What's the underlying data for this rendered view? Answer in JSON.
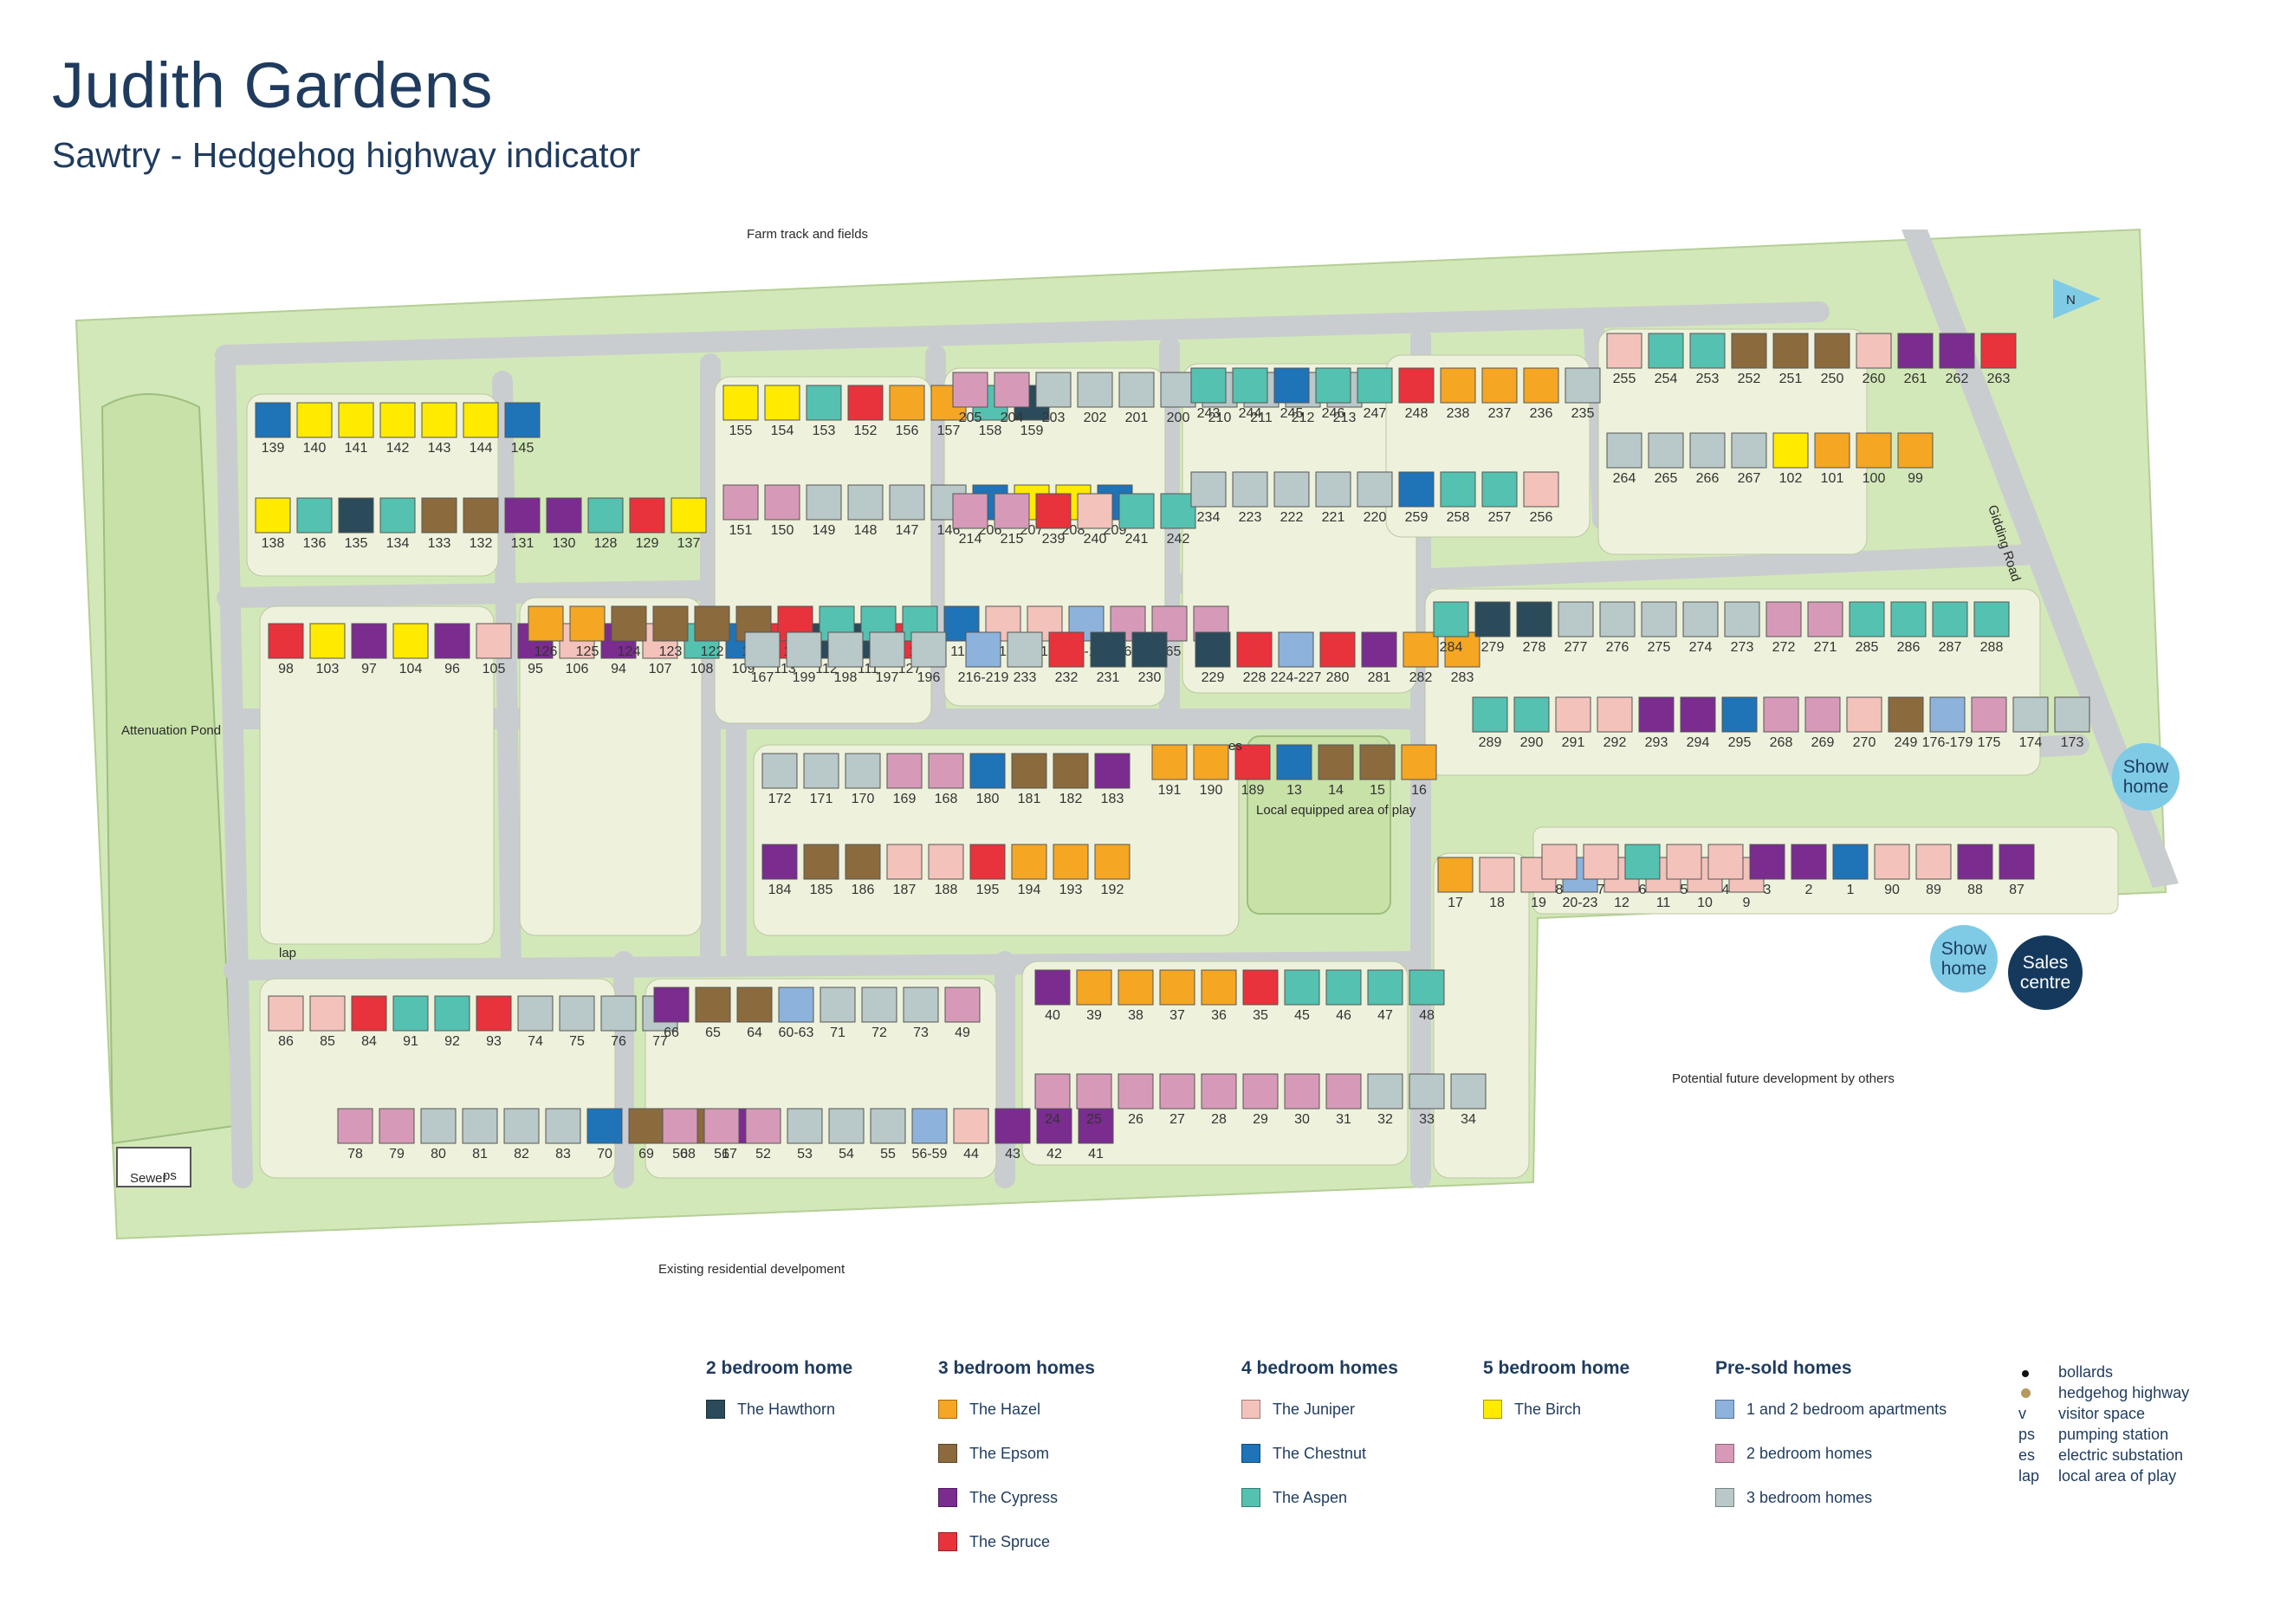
{
  "title": "Judith Gardens",
  "subtitle": "Sawtry - Hedgehog highway indicator",
  "map_labels": {
    "north": "Farm track and fields",
    "south": "Existing residential develpoment",
    "pond": "Attenuation Pond",
    "lap": "lap",
    "play": "Local equipped area of play",
    "road": "Gidding Road",
    "future": "Potential future development by others",
    "es": "es",
    "ps": "ps",
    "sewer": "Sewer",
    "compass": "N"
  },
  "callouts": {
    "show_home_1": "Show home",
    "show_home_2": "Show home",
    "sales": "Sales centre"
  },
  "colors": {
    "hawthorn": "#2b4a5a",
    "hazel": "#f5a623",
    "epsom": "#8b6a3e",
    "cypress": "#7a2c8f",
    "spruce": "#e8323c",
    "juniper": "#f3c2bb",
    "chestnut": "#1f73b7",
    "aspen": "#55c1b0",
    "birch": "#ffea00",
    "apartments": "#8db3dc",
    "presold2": "#d69ab8",
    "presold3": "#b9c8c8",
    "green": "#d3e8b8",
    "road": "#c9cdd0",
    "plot": "#eef2dc"
  },
  "legend": [
    {
      "heading": "2 bedroom home",
      "items": [
        {
          "label": "The Hawthorn",
          "color": "#2b4a5a"
        }
      ]
    },
    {
      "heading": "3 bedroom homes",
      "items": [
        {
          "label": "The Hazel",
          "color": "#f5a623"
        },
        {
          "label": "The Epsom",
          "color": "#8b6a3e"
        },
        {
          "label": "The Cypress",
          "color": "#7a2c8f"
        },
        {
          "label": "The Spruce",
          "color": "#e8323c"
        }
      ]
    },
    {
      "heading": "4 bedroom homes",
      "items": [
        {
          "label": "The Juniper",
          "color": "#f3c2bb"
        },
        {
          "label": "The Chestnut",
          "color": "#1f73b7"
        },
        {
          "label": "The Aspen",
          "color": "#55c1b0"
        }
      ]
    },
    {
      "heading": "5 bedroom home",
      "items": [
        {
          "label": "The Birch",
          "color": "#ffea00"
        }
      ]
    },
    {
      "heading": "Pre-sold homes",
      "items": [
        {
          "label": "1 and 2 bedroom apartments",
          "color": "#8db3dc"
        },
        {
          "label": "2 bedroom homes",
          "color": "#d69ab8"
        },
        {
          "label": "3 bedroom homes",
          "color": "#b9c8c8"
        }
      ]
    }
  ],
  "key": [
    {
      "symbol": "dot",
      "label": "bollards"
    },
    {
      "symbol": "hedgehog",
      "label": "hedgehog highway"
    },
    {
      "symbol": "v",
      "label": "visitor space"
    },
    {
      "symbol": "ps",
      "label": "pumping station"
    },
    {
      "symbol": "es",
      "label": "electric substation"
    },
    {
      "symbol": "lap",
      "label": "local area of play"
    }
  ],
  "plots": [
    {
      "n": "139",
      "t": "chestnut"
    },
    {
      "n": "140",
      "t": "birch"
    },
    {
      "n": "141",
      "t": "birch"
    },
    {
      "n": "142",
      "t": "birch"
    },
    {
      "n": "143",
      "t": "birch"
    },
    {
      "n": "144",
      "t": "birch"
    },
    {
      "n": "145",
      "t": "chestnut"
    },
    {
      "n": "138",
      "t": "birch"
    },
    {
      "n": "136",
      "t": "aspen"
    },
    {
      "n": "135",
      "t": "hawthorn"
    },
    {
      "n": "134",
      "t": "aspen"
    },
    {
      "n": "133",
      "t": "epsom"
    },
    {
      "n": "132",
      "t": "epsom"
    },
    {
      "n": "131",
      "t": "cypress"
    },
    {
      "n": "130",
      "t": "cypress"
    },
    {
      "n": "128",
      "t": "aspen"
    },
    {
      "n": "129",
      "t": "spruce"
    },
    {
      "n": "137",
      "t": "birch"
    },
    {
      "n": "155",
      "t": "birch"
    },
    {
      "n": "154",
      "t": "birch"
    },
    {
      "n": "153",
      "t": "aspen"
    },
    {
      "n": "152",
      "t": "spruce"
    },
    {
      "n": "156",
      "t": "hazel"
    },
    {
      "n": "157",
      "t": "hazel"
    },
    {
      "n": "158",
      "t": "aspen"
    },
    {
      "n": "159",
      "t": "hawthorn"
    },
    {
      "n": "151",
      "t": "presold2"
    },
    {
      "n": "150",
      "t": "presold2"
    },
    {
      "n": "149",
      "t": "presold3"
    },
    {
      "n": "148",
      "t": "presold3"
    },
    {
      "n": "147",
      "t": "presold3"
    },
    {
      "n": "146",
      "t": "presold3"
    },
    {
      "n": "206",
      "t": "chestnut"
    },
    {
      "n": "207",
      "t": "birch"
    },
    {
      "n": "208",
      "t": "birch"
    },
    {
      "n": "209",
      "t": "chestnut"
    },
    {
      "n": "205",
      "t": "presold2"
    },
    {
      "n": "204",
      "t": "presold2"
    },
    {
      "n": "203",
      "t": "presold3"
    },
    {
      "n": "202",
      "t": "presold3"
    },
    {
      "n": "201",
      "t": "presold3"
    },
    {
      "n": "200",
      "t": "presold3"
    },
    {
      "n": "210",
      "t": "presold3"
    },
    {
      "n": "211",
      "t": "presold3"
    },
    {
      "n": "212",
      "t": "presold3"
    },
    {
      "n": "213",
      "t": "presold3"
    },
    {
      "n": "214",
      "t": "presold2"
    },
    {
      "n": "215",
      "t": "presold2"
    },
    {
      "n": "239",
      "t": "spruce"
    },
    {
      "n": "240",
      "t": "juniper"
    },
    {
      "n": "241",
      "t": "aspen"
    },
    {
      "n": "242",
      "t": "aspen"
    },
    {
      "n": "243",
      "t": "aspen"
    },
    {
      "n": "244",
      "t": "aspen"
    },
    {
      "n": "245",
      "t": "chestnut"
    },
    {
      "n": "246",
      "t": "aspen"
    },
    {
      "n": "247",
      "t": "aspen"
    },
    {
      "n": "248",
      "t": "spruce"
    },
    {
      "n": "238",
      "t": "hazel"
    },
    {
      "n": "237",
      "t": "hazel"
    },
    {
      "n": "236",
      "t": "hazel"
    },
    {
      "n": "235",
      "t": "presold3"
    },
    {
      "n": "234",
      "t": "presold3"
    },
    {
      "n": "223",
      "t": "presold3"
    },
    {
      "n": "222",
      "t": "presold3"
    },
    {
      "n": "221",
      "t": "presold3"
    },
    {
      "n": "220",
      "t": "presold3"
    },
    {
      "n": "259",
      "t": "chestnut"
    },
    {
      "n": "258",
      "t": "aspen"
    },
    {
      "n": "257",
      "t": "aspen"
    },
    {
      "n": "256",
      "t": "juniper"
    },
    {
      "n": "255",
      "t": "juniper"
    },
    {
      "n": "254",
      "t": "aspen"
    },
    {
      "n": "253",
      "t": "aspen"
    },
    {
      "n": "252",
      "t": "epsom"
    },
    {
      "n": "251",
      "t": "epsom"
    },
    {
      "n": "250",
      "t": "epsom"
    },
    {
      "n": "260",
      "t": "juniper"
    },
    {
      "n": "261",
      "t": "cypress"
    },
    {
      "n": "262",
      "t": "cypress"
    },
    {
      "n": "263",
      "t": "spruce"
    },
    {
      "n": "264",
      "t": "presold3"
    },
    {
      "n": "265",
      "t": "presold3"
    },
    {
      "n": "266",
      "t": "presold3"
    },
    {
      "n": "267",
      "t": "presold3"
    },
    {
      "n": "102",
      "t": "birch"
    },
    {
      "n": "101",
      "t": "hazel"
    },
    {
      "n": "100",
      "t": "hazel"
    },
    {
      "n": "99",
      "t": "hazel"
    },
    {
      "n": "98",
      "t": "spruce"
    },
    {
      "n": "103",
      "t": "birch"
    },
    {
      "n": "97",
      "t": "cypress"
    },
    {
      "n": "104",
      "t": "birch"
    },
    {
      "n": "96",
      "t": "cypress"
    },
    {
      "n": "105",
      "t": "juniper"
    },
    {
      "n": "95",
      "t": "cypress"
    },
    {
      "n": "106",
      "t": "juniper"
    },
    {
      "n": "94",
      "t": "cypress"
    },
    {
      "n": "107",
      "t": "juniper"
    },
    {
      "n": "108",
      "t": "aspen"
    },
    {
      "n": "109",
      "t": "chestnut"
    },
    {
      "n": "113",
      "t": "spruce"
    },
    {
      "n": "112",
      "t": "hawthorn"
    },
    {
      "n": "111",
      "t": "hawthorn"
    },
    {
      "n": "127",
      "t": "spruce"
    },
    {
      "n": "126",
      "t": "hazel"
    },
    {
      "n": "125",
      "t": "hazel"
    },
    {
      "n": "124",
      "t": "epsom"
    },
    {
      "n": "123",
      "t": "epsom"
    },
    {
      "n": "122",
      "t": "epsom"
    },
    {
      "n": "121",
      "t": "epsom"
    },
    {
      "n": "120",
      "t": "spruce"
    },
    {
      "n": "114",
      "t": "aspen"
    },
    {
      "n": "115",
      "t": "aspen"
    },
    {
      "n": "116",
      "t": "aspen"
    },
    {
      "n": "117",
      "t": "chestnut"
    },
    {
      "n": "118",
      "t": "juniper"
    },
    {
      "n": "119",
      "t": "juniper"
    },
    {
      "n": "160-163",
      "t": "apartments"
    },
    {
      "n": "164",
      "t": "presold2"
    },
    {
      "n": "165",
      "t": "presold2"
    },
    {
      "n": "166",
      "t": "presold2"
    },
    {
      "n": "167",
      "t": "presold3"
    },
    {
      "n": "199",
      "t": "presold3"
    },
    {
      "n": "198",
      "t": "presold3"
    },
    {
      "n": "197",
      "t": "presold3"
    },
    {
      "n": "196",
      "t": "presold3"
    },
    {
      "n": "216-219",
      "t": "apartments"
    },
    {
      "n": "233",
      "t": "presold3"
    },
    {
      "n": "232",
      "t": "spruce"
    },
    {
      "n": "231",
      "t": "hawthorn"
    },
    {
      "n": "230",
      "t": "hawthorn"
    },
    {
      "n": "229",
      "t": "hawthorn"
    },
    {
      "n": "228",
      "t": "spruce"
    },
    {
      "n": "224-227",
      "t": "apartments"
    },
    {
      "n": "280",
      "t": "spruce"
    },
    {
      "n": "281",
      "t": "cypress"
    },
    {
      "n": "282",
      "t": "hazel"
    },
    {
      "n": "283",
      "t": "hazel"
    },
    {
      "n": "284",
      "t": "aspen"
    },
    {
      "n": "279",
      "t": "hawthorn"
    },
    {
      "n": "278",
      "t": "hawthorn"
    },
    {
      "n": "277",
      "t": "presold3"
    },
    {
      "n": "276",
      "t": "presold3"
    },
    {
      "n": "275",
      "t": "presold3"
    },
    {
      "n": "274",
      "t": "presold3"
    },
    {
      "n": "273",
      "t": "presold3"
    },
    {
      "n": "272",
      "t": "presold2"
    },
    {
      "n": "271",
      "t": "presold2"
    },
    {
      "n": "285",
      "t": "aspen"
    },
    {
      "n": "286",
      "t": "aspen"
    },
    {
      "n": "287",
      "t": "aspen"
    },
    {
      "n": "288",
      "t": "aspen"
    },
    {
      "n": "289",
      "t": "aspen"
    },
    {
      "n": "290",
      "t": "aspen"
    },
    {
      "n": "291",
      "t": "juniper"
    },
    {
      "n": "292",
      "t": "juniper"
    },
    {
      "n": "293",
      "t": "cypress"
    },
    {
      "n": "294",
      "t": "cypress"
    },
    {
      "n": "295",
      "t": "chestnut"
    },
    {
      "n": "268",
      "t": "presold2"
    },
    {
      "n": "269",
      "t": "presold2"
    },
    {
      "n": "270",
      "t": "juniper"
    },
    {
      "n": "249",
      "t": "epsom"
    },
    {
      "n": "176-179",
      "t": "apartments"
    },
    {
      "n": "175",
      "t": "presold2"
    },
    {
      "n": "174",
      "t": "presold3"
    },
    {
      "n": "173",
      "t": "presold3"
    },
    {
      "n": "172",
      "t": "presold3"
    },
    {
      "n": "171",
      "t": "presold3"
    },
    {
      "n": "170",
      "t": "presold3"
    },
    {
      "n": "169",
      "t": "presold2"
    },
    {
      "n": "168",
      "t": "presold2"
    },
    {
      "n": "180",
      "t": "chestnut"
    },
    {
      "n": "181",
      "t": "epsom"
    },
    {
      "n": "182",
      "t": "epsom"
    },
    {
      "n": "183",
      "t": "cypress"
    },
    {
      "n": "184",
      "t": "cypress"
    },
    {
      "n": "185",
      "t": "epsom"
    },
    {
      "n": "186",
      "t": "epsom"
    },
    {
      "n": "187",
      "t": "juniper"
    },
    {
      "n": "188",
      "t": "juniper"
    },
    {
      "n": "195",
      "t": "spruce"
    },
    {
      "n": "194",
      "t": "hazel"
    },
    {
      "n": "193",
      "t": "hazel"
    },
    {
      "n": "192",
      "t": "hazel"
    },
    {
      "n": "191",
      "t": "hazel"
    },
    {
      "n": "190",
      "t": "hazel"
    },
    {
      "n": "189",
      "t": "spruce"
    },
    {
      "n": "13",
      "t": "chestnut"
    },
    {
      "n": "14",
      "t": "epsom"
    },
    {
      "n": "15",
      "t": "epsom"
    },
    {
      "n": "16",
      "t": "hazel"
    },
    {
      "n": "17",
      "t": "hazel"
    },
    {
      "n": "18",
      "t": "juniper"
    },
    {
      "n": "19",
      "t": "juniper"
    },
    {
      "n": "20-23",
      "t": "apartments"
    },
    {
      "n": "12",
      "t": "juniper"
    },
    {
      "n": "11",
      "t": "juniper"
    },
    {
      "n": "10",
      "t": "juniper"
    },
    {
      "n": "9",
      "t": "juniper"
    },
    {
      "n": "8",
      "t": "juniper"
    },
    {
      "n": "7",
      "t": "juniper"
    },
    {
      "n": "6",
      "t": "aspen"
    },
    {
      "n": "5",
      "t": "juniper"
    },
    {
      "n": "4",
      "t": "juniper"
    },
    {
      "n": "3",
      "t": "cypress"
    },
    {
      "n": "2",
      "t": "cypress"
    },
    {
      "n": "1",
      "t": "chestnut"
    },
    {
      "n": "90",
      "t": "juniper"
    },
    {
      "n": "89",
      "t": "juniper"
    },
    {
      "n": "88",
      "t": "cypress"
    },
    {
      "n": "87",
      "t": "cypress"
    },
    {
      "n": "86",
      "t": "juniper"
    },
    {
      "n": "85",
      "t": "juniper"
    },
    {
      "n": "84",
      "t": "spruce"
    },
    {
      "n": "91",
      "t": "aspen"
    },
    {
      "n": "92",
      "t": "aspen"
    },
    {
      "n": "93",
      "t": "spruce"
    },
    {
      "n": "74",
      "t": "presold3"
    },
    {
      "n": "75",
      "t": "presold3"
    },
    {
      "n": "76",
      "t": "presold3"
    },
    {
      "n": "77",
      "t": "presold3"
    },
    {
      "n": "78",
      "t": "presold2"
    },
    {
      "n": "79",
      "t": "presold2"
    },
    {
      "n": "80",
      "t": "presold3"
    },
    {
      "n": "81",
      "t": "presold3"
    },
    {
      "n": "82",
      "t": "presold3"
    },
    {
      "n": "83",
      "t": "presold3"
    },
    {
      "n": "70",
      "t": "chestnut"
    },
    {
      "n": "69",
      "t": "epsom"
    },
    {
      "n": "68",
      "t": "epsom"
    },
    {
      "n": "67",
      "t": "cypress"
    },
    {
      "n": "66",
      "t": "cypress"
    },
    {
      "n": "65",
      "t": "epsom"
    },
    {
      "n": "64",
      "t": "epsom"
    },
    {
      "n": "60-63",
      "t": "apartments"
    },
    {
      "n": "71",
      "t": "presold3"
    },
    {
      "n": "72",
      "t": "presold3"
    },
    {
      "n": "73",
      "t": "presold3"
    },
    {
      "n": "49",
      "t": "presold2"
    },
    {
      "n": "50",
      "t": "presold2"
    },
    {
      "n": "51",
      "t": "presold2"
    },
    {
      "n": "52",
      "t": "presold2"
    },
    {
      "n": "53",
      "t": "presold3"
    },
    {
      "n": "54",
      "t": "presold3"
    },
    {
      "n": "55",
      "t": "presold3"
    },
    {
      "n": "56-59",
      "t": "apartments"
    },
    {
      "n": "44",
      "t": "juniper"
    },
    {
      "n": "43",
      "t": "cypress"
    },
    {
      "n": "42",
      "t": "cypress"
    },
    {
      "n": "41",
      "t": "cypress"
    },
    {
      "n": "40",
      "t": "cypress"
    },
    {
      "n": "39",
      "t": "hazel"
    },
    {
      "n": "38",
      "t": "hazel"
    },
    {
      "n": "37",
      "t": "hazel"
    },
    {
      "n": "36",
      "t": "hazel"
    },
    {
      "n": "35",
      "t": "spruce"
    },
    {
      "n": "45",
      "t": "aspen"
    },
    {
      "n": "46",
      "t": "aspen"
    },
    {
      "n": "47",
      "t": "aspen"
    },
    {
      "n": "48",
      "t": "aspen"
    },
    {
      "n": "24",
      "t": "presold2"
    },
    {
      "n": "25",
      "t": "presold2"
    },
    {
      "n": "26",
      "t": "presold2"
    },
    {
      "n": "27",
      "t": "presold2"
    },
    {
      "n": "28",
      "t": "presold2"
    },
    {
      "n": "29",
      "t": "presold2"
    },
    {
      "n": "30",
      "t": "presold2"
    },
    {
      "n": "31",
      "t": "presold2"
    },
    {
      "n": "32",
      "t": "presold3"
    },
    {
      "n": "33",
      "t": "presold3"
    },
    {
      "n": "34",
      "t": "presold3"
    }
  ]
}
